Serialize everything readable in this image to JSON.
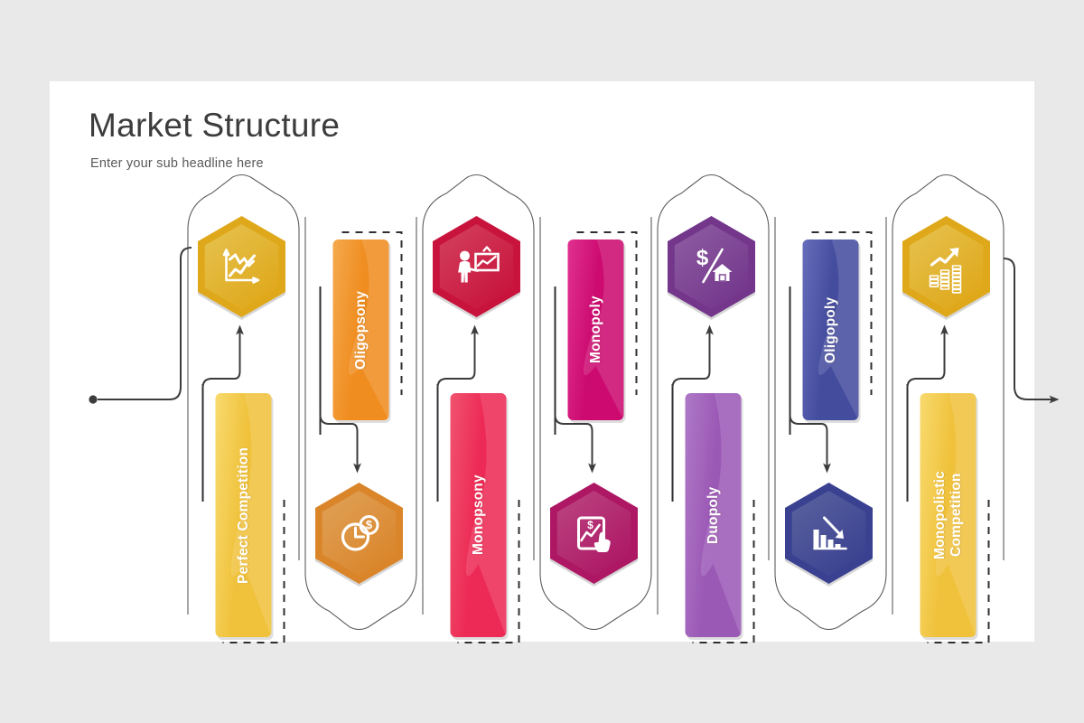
{
  "slide": {
    "title": "Market Structure",
    "subtitle": "Enter your sub headline here",
    "background": "#e9e9e9",
    "canvas": "#ffffff"
  },
  "flow": {
    "start_marker": "start-dot",
    "end_marker": "end-arrow",
    "connector_color": "#3c3c3c"
  },
  "columns": [
    {
      "id": "perfect-competition",
      "label": "Perfect Competition",
      "icon": "line-chart-icon",
      "direction": "up",
      "hex_color": "#dfa81a",
      "hex_color_light": "#e6c351",
      "bar_color": "#f0c23c",
      "bar_color_light": "#f8da6e"
    },
    {
      "id": "oligopsony",
      "label": "Oligopsony",
      "icon": "pie-chart-dollar-icon",
      "direction": "down",
      "hex_color": "#da852a",
      "hex_color_light": "#e0a259",
      "bar_color": "#ef8d20",
      "bar_color_light": "#f5a94e"
    },
    {
      "id": "monopsony",
      "label": "Monopsony",
      "icon": "presenter-chart-icon",
      "direction": "up",
      "hex_color": "#c8143c",
      "hex_color_light": "#d3415f",
      "bar_color": "#ed2a55",
      "bar_color_light": "#f0536f"
    },
    {
      "id": "monopoly",
      "label": "Monopoly",
      "icon": "tablet-dollar-chart-icon",
      "direction": "down",
      "hex_color": "#ad1764",
      "hex_color_light": "#bb4683",
      "bar_color": "#cc0a70",
      "bar_color_light": "#e0318f"
    },
    {
      "id": "duopoly",
      "label": "Duopoly",
      "icon": "dollar-house-icon",
      "direction": "up",
      "hex_color": "#73368b",
      "hex_color_light": "#8f5ea3",
      "bar_color": "#9b59b6",
      "bar_color_light": "#ae79c6"
    },
    {
      "id": "oligopoly",
      "label": "Oligopoly",
      "icon": "declining-bar-chart-icon",
      "direction": "down",
      "hex_color": "#3a4190",
      "hex_color_light": "#5c639f",
      "bar_color": "#444c9e",
      "bar_color_light": "#666dba"
    },
    {
      "id": "monopolistic-competition",
      "label": "Monopolistic\nCompetition",
      "icon": "coins-growth-arrow-icon",
      "direction": "up",
      "hex_color": "#dfa81a",
      "hex_color_light": "#e6c351",
      "bar_color": "#f0c23c",
      "bar_color_light": "#f8da6e"
    }
  ]
}
